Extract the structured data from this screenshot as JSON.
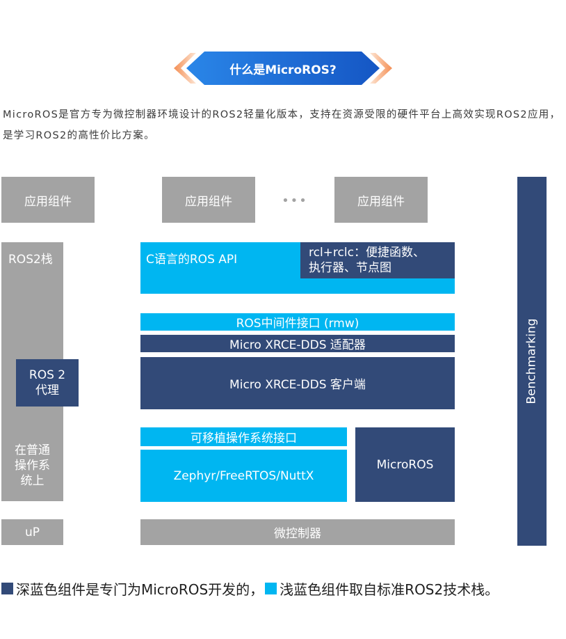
{
  "title": "什么是MicroROS?",
  "intro": "MicroROS是官方专为微控制器环境设计的ROS2轻量化版本，支持在资源受限的硬件平台上高效实现ROS2应用，是学习ROS2的高性价比方案。",
  "diagram": {
    "app_component_1": "应用组件",
    "app_component_2": "应用组件",
    "ellipsis": "•••",
    "app_component_3": "应用组件",
    "ros2_stack": "ROS2栈",
    "ros2_agent": "ROS 2\n代理",
    "on_regular_os": "在普通\n操作系\n统上",
    "up": "uP",
    "c_api": "C语言的ROS API",
    "rclc": "rcl+rclc：便捷函数、\n执行器、节点图",
    "rmw": "ROS中间件接口 (rmw)",
    "xrce_adapter": "Micro XRCE-DDS 适配器",
    "xrce_client": "Micro XRCE-DDS 客户端",
    "portable_os_interface": "可移植操作系统接口",
    "rtos": "Zephyr/FreeRTOS/NuttX",
    "microros": "MicroROS",
    "microcontroller": "微控制器",
    "benchmarking": "Benchmarking"
  },
  "legend": {
    "dark_text": "深蓝色组件是专门为MicroROS开发的，",
    "light_text": "浅蓝色组件取自标准ROS2技术栈。"
  },
  "colors": {
    "gray": "#a3a3a3",
    "dark_blue": "#324a78",
    "light_blue": "#00b6f1",
    "banner_blue": "#1b6fd9",
    "banner_orange": "#f4a36b"
  }
}
